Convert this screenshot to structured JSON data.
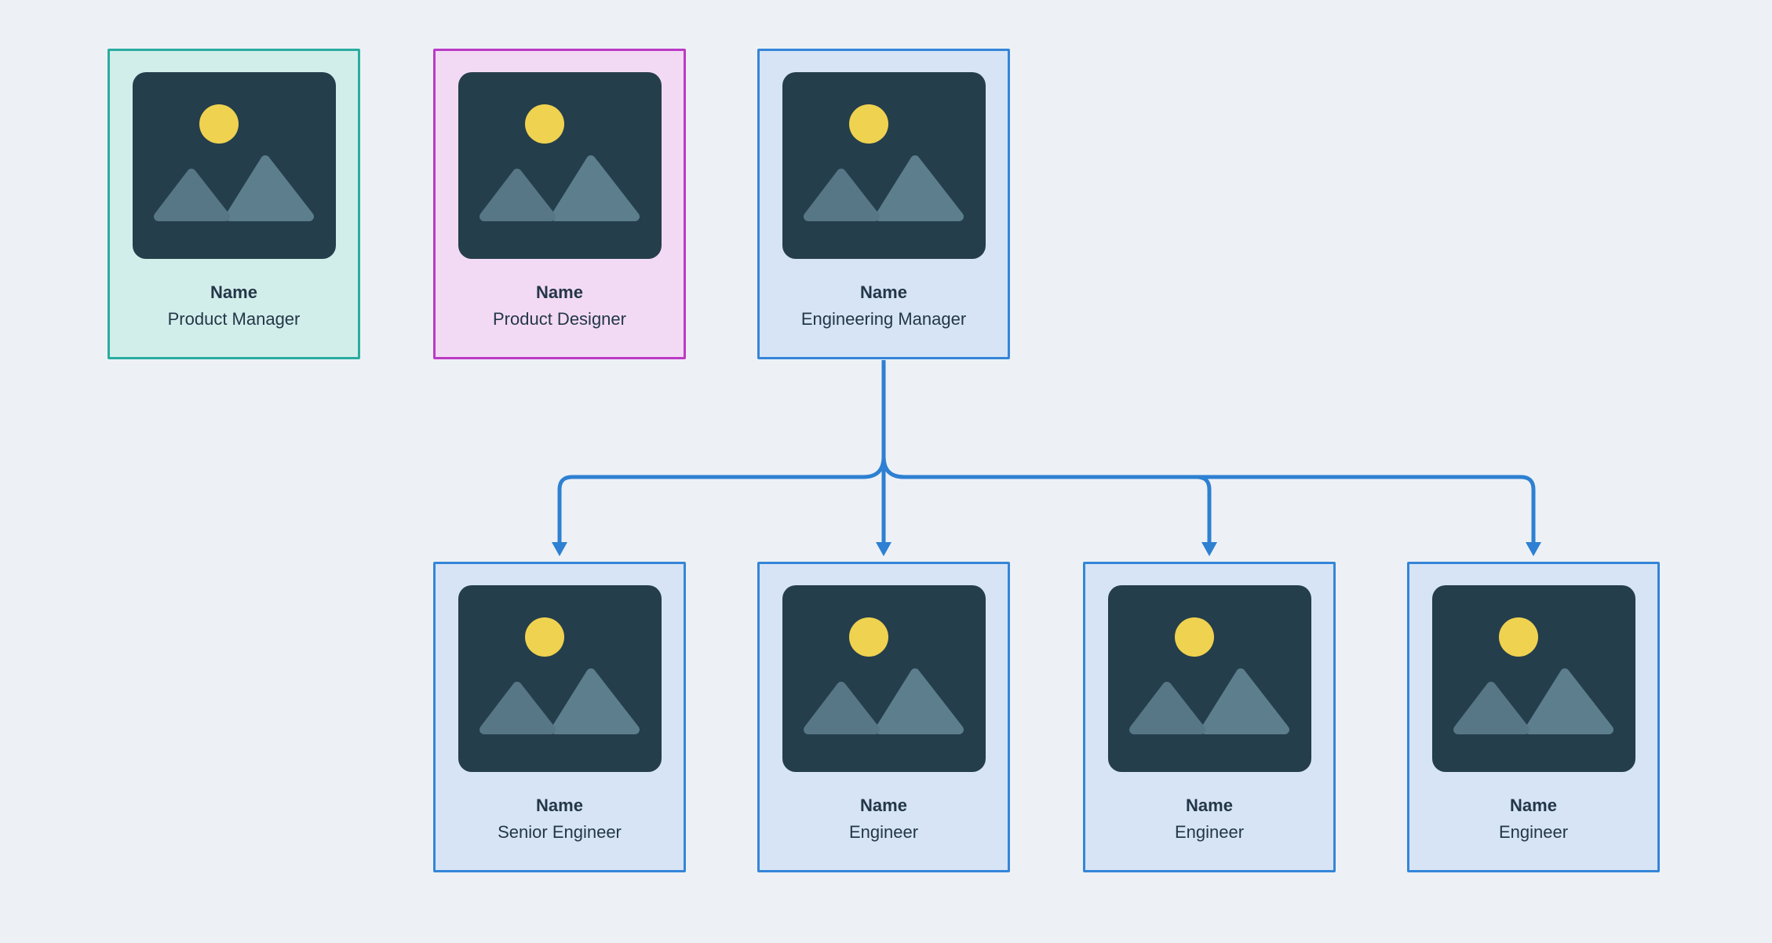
{
  "page": {
    "background_color": "#edf1f5",
    "type": "org-chart-diagram"
  },
  "colors": {
    "connector": "#2e80d2",
    "text": "#233748",
    "placeholder_background": "#253e4c",
    "placeholder_sun": "#efd24f",
    "mountain_left": "#577686",
    "mountain_right": "#5c7e8d",
    "teal_border": "#2aaca0",
    "teal_background": "#d2eeea",
    "pink_border": "#bb3ac6",
    "pink_background": "#f3daf4",
    "blue_border": "#3585d8",
    "blue_background": "#d6e4f6"
  },
  "org_chart": {
    "nodes": [
      {
        "name": "Name",
        "role": "Product Manager",
        "theme": "teal"
      },
      {
        "name": "Name",
        "role": "Product Designer",
        "theme": "pink"
      },
      {
        "name": "Name",
        "role": "Engineering Manager",
        "theme": "blue"
      },
      {
        "name": "Name",
        "role": "Senior Engineer",
        "theme": "blue"
      },
      {
        "name": "Name",
        "role": "Engineer",
        "theme": "blue"
      },
      {
        "name": "Name",
        "role": "Engineer",
        "theme": "blue"
      },
      {
        "name": "Name",
        "role": "Engineer",
        "theme": "blue"
      }
    ],
    "edges": [
      {
        "from": "Engineering Manager",
        "to": "Senior Engineer"
      },
      {
        "from": "Engineering Manager",
        "to": "Engineer"
      },
      {
        "from": "Engineering Manager",
        "to": "Engineer (2)"
      },
      {
        "from": "Engineering Manager",
        "to": "Engineer (3)"
      }
    ]
  }
}
